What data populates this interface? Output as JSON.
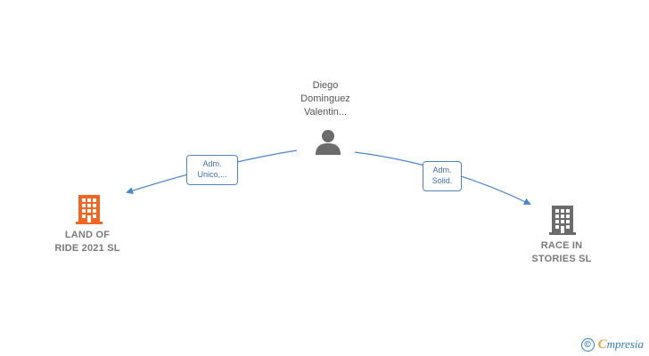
{
  "nodes": {
    "person": {
      "label": "Diego\nDominguez\nValentin..."
    },
    "company_land": {
      "label": "LAND OF\nRIDE 2021  SL",
      "color": "#f26522"
    },
    "company_race": {
      "label": "RACE IN\nSTORIES  SL",
      "color": "#6b6b6b"
    }
  },
  "edges": {
    "to_land": {
      "line1": "Adm.",
      "line2": "Unico,..."
    },
    "to_race": {
      "line1": "Adm.",
      "line2": "Solid."
    }
  },
  "colors": {
    "edge": "#4a86d0",
    "person_icon": "#6b6b6b"
  },
  "footer": {
    "copyright": "©",
    "brand_first": "C",
    "brand_rest": "mpresia"
  }
}
